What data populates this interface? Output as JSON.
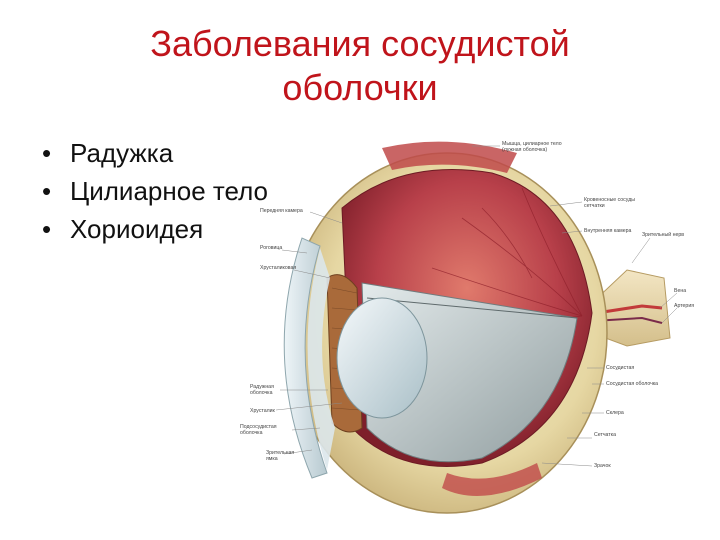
{
  "slide": {
    "title_line1": "Заболевания сосудистой",
    "title_line2": "оболочки",
    "bullets": [
      {
        "text": "Радужка"
      },
      {
        "text": "Цилиарное тело"
      },
      {
        "text": "Хориоидея"
      }
    ],
    "bullet_glyph": "•"
  },
  "figure": {
    "label_colors": {
      "title": "#c0141b",
      "sclera": "#e9dcb0",
      "choroid": "#b8404a",
      "retina": "#d45a55",
      "vitreous": "#c9d3d6"
    },
    "labels": {
      "top_muscle": "Мышца, цилиарное тело",
      "top_muscle_2": "(лужная оболочка)",
      "front_chamber": "Передняя камера",
      "cornea": "Роговица",
      "lens_capsule": "Хрусталиковая",
      "vessels_1": "Кровеносные сосуды",
      "vessels_2": "сетчатки",
      "inner_membrane": "Внутренняя камера",
      "optic_nerve": "Зрительный нерв",
      "vein": "Вена",
      "artery": "Артерия",
      "vascular": "Сосудистая",
      "sclera_label": "Склера",
      "ciliary_1": "Радужная",
      "ciliary_2": "оболочка",
      "lens": "Хрусталик",
      "lower_1": "Подсосудистая",
      "lower_2": "оболочка",
      "lower_3": "Зрительная",
      "lower_4": "ямка",
      "choroid_label": "Сосудистая оболочка",
      "retina_label": "Сетчатка",
      "bottom_label": "Зрачок"
    }
  }
}
